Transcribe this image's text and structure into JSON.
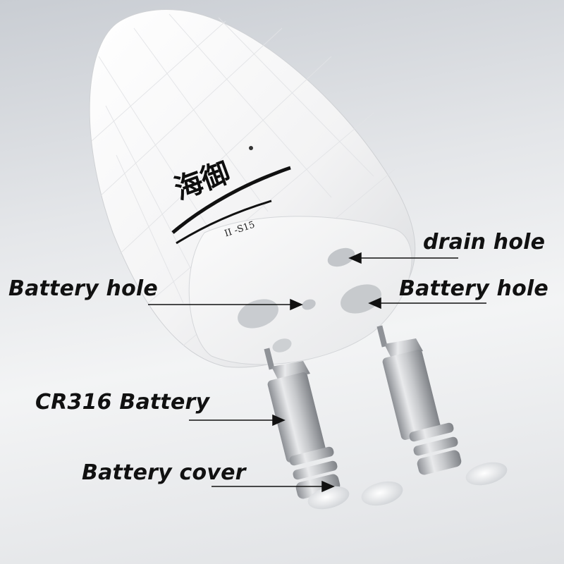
{
  "labels": {
    "drain_hole": "drain hole",
    "battery_hole_left": "Battery hole",
    "battery_hole_right": "Battery hole",
    "cr316_battery": "CR316 Battery",
    "battery_cover": "Battery cover"
  },
  "product": {
    "logo_text": "海御",
    "model": "II -S15"
  },
  "colors": {
    "label_text": "#111111",
    "float_body": "#f7f7f8",
    "battery_metal": "#b9bcc0"
  }
}
